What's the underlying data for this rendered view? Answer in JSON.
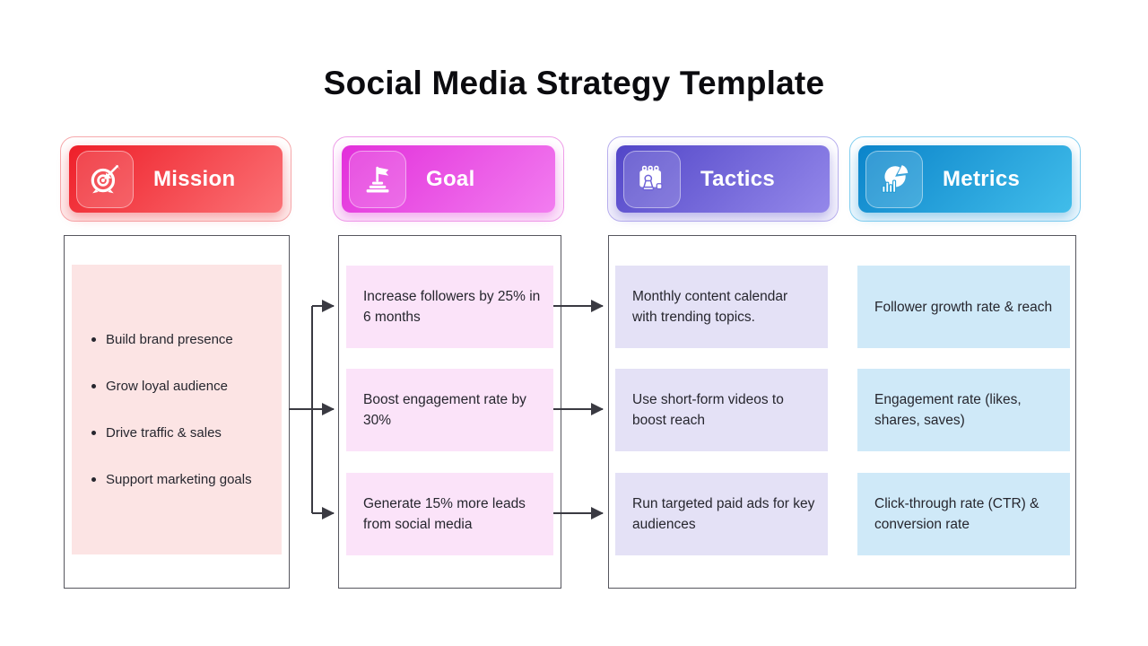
{
  "title": "Social Media Strategy Template",
  "palette": {
    "mission_accent": "#ee1f29",
    "goal_accent": "#e22eda",
    "tactics_accent": "#5246c8",
    "metrics_accent": "#0b84ca",
    "mission_box_bg": "#fce4e4",
    "goal_box_bg": "#fbe3f9",
    "tactics_box_bg": "#e4e1f6",
    "metrics_box_bg": "#cfe9f8",
    "panel_border": "#56565e",
    "arrow_color": "#3a3a42",
    "header_text": "#ffffff",
    "body_text": "#26262e"
  },
  "columns": [
    {
      "id": "mission",
      "header": {
        "label": "Mission",
        "icon": "target-icon"
      },
      "items": [
        "Build brand presence",
        "Grow loyal audience",
        "Drive traffic & sales",
        "Support marketing goals"
      ]
    },
    {
      "id": "goal",
      "header": {
        "label": "Goal",
        "icon": "flag-icon"
      },
      "items": [
        "Increase followers by 25% in 6 months",
        "Boost engagement rate by 30%",
        "Generate 15% more leads from social media"
      ]
    },
    {
      "id": "tactics",
      "header": {
        "label": "Tactics",
        "icon": "calendar-icon"
      },
      "items": [
        "Monthly content calendar with trending topics.",
        "Use short-form videos to boost reach",
        "Run targeted paid ads for key audiences"
      ]
    },
    {
      "id": "metrics",
      "header": {
        "label": "Metrics",
        "icon": "pie-chart-icon"
      },
      "items": [
        "Follower growth rate & reach",
        "Engagement rate (likes, shares, saves)",
        "Click-through rate (CTR) & conversion rate"
      ]
    }
  ]
}
